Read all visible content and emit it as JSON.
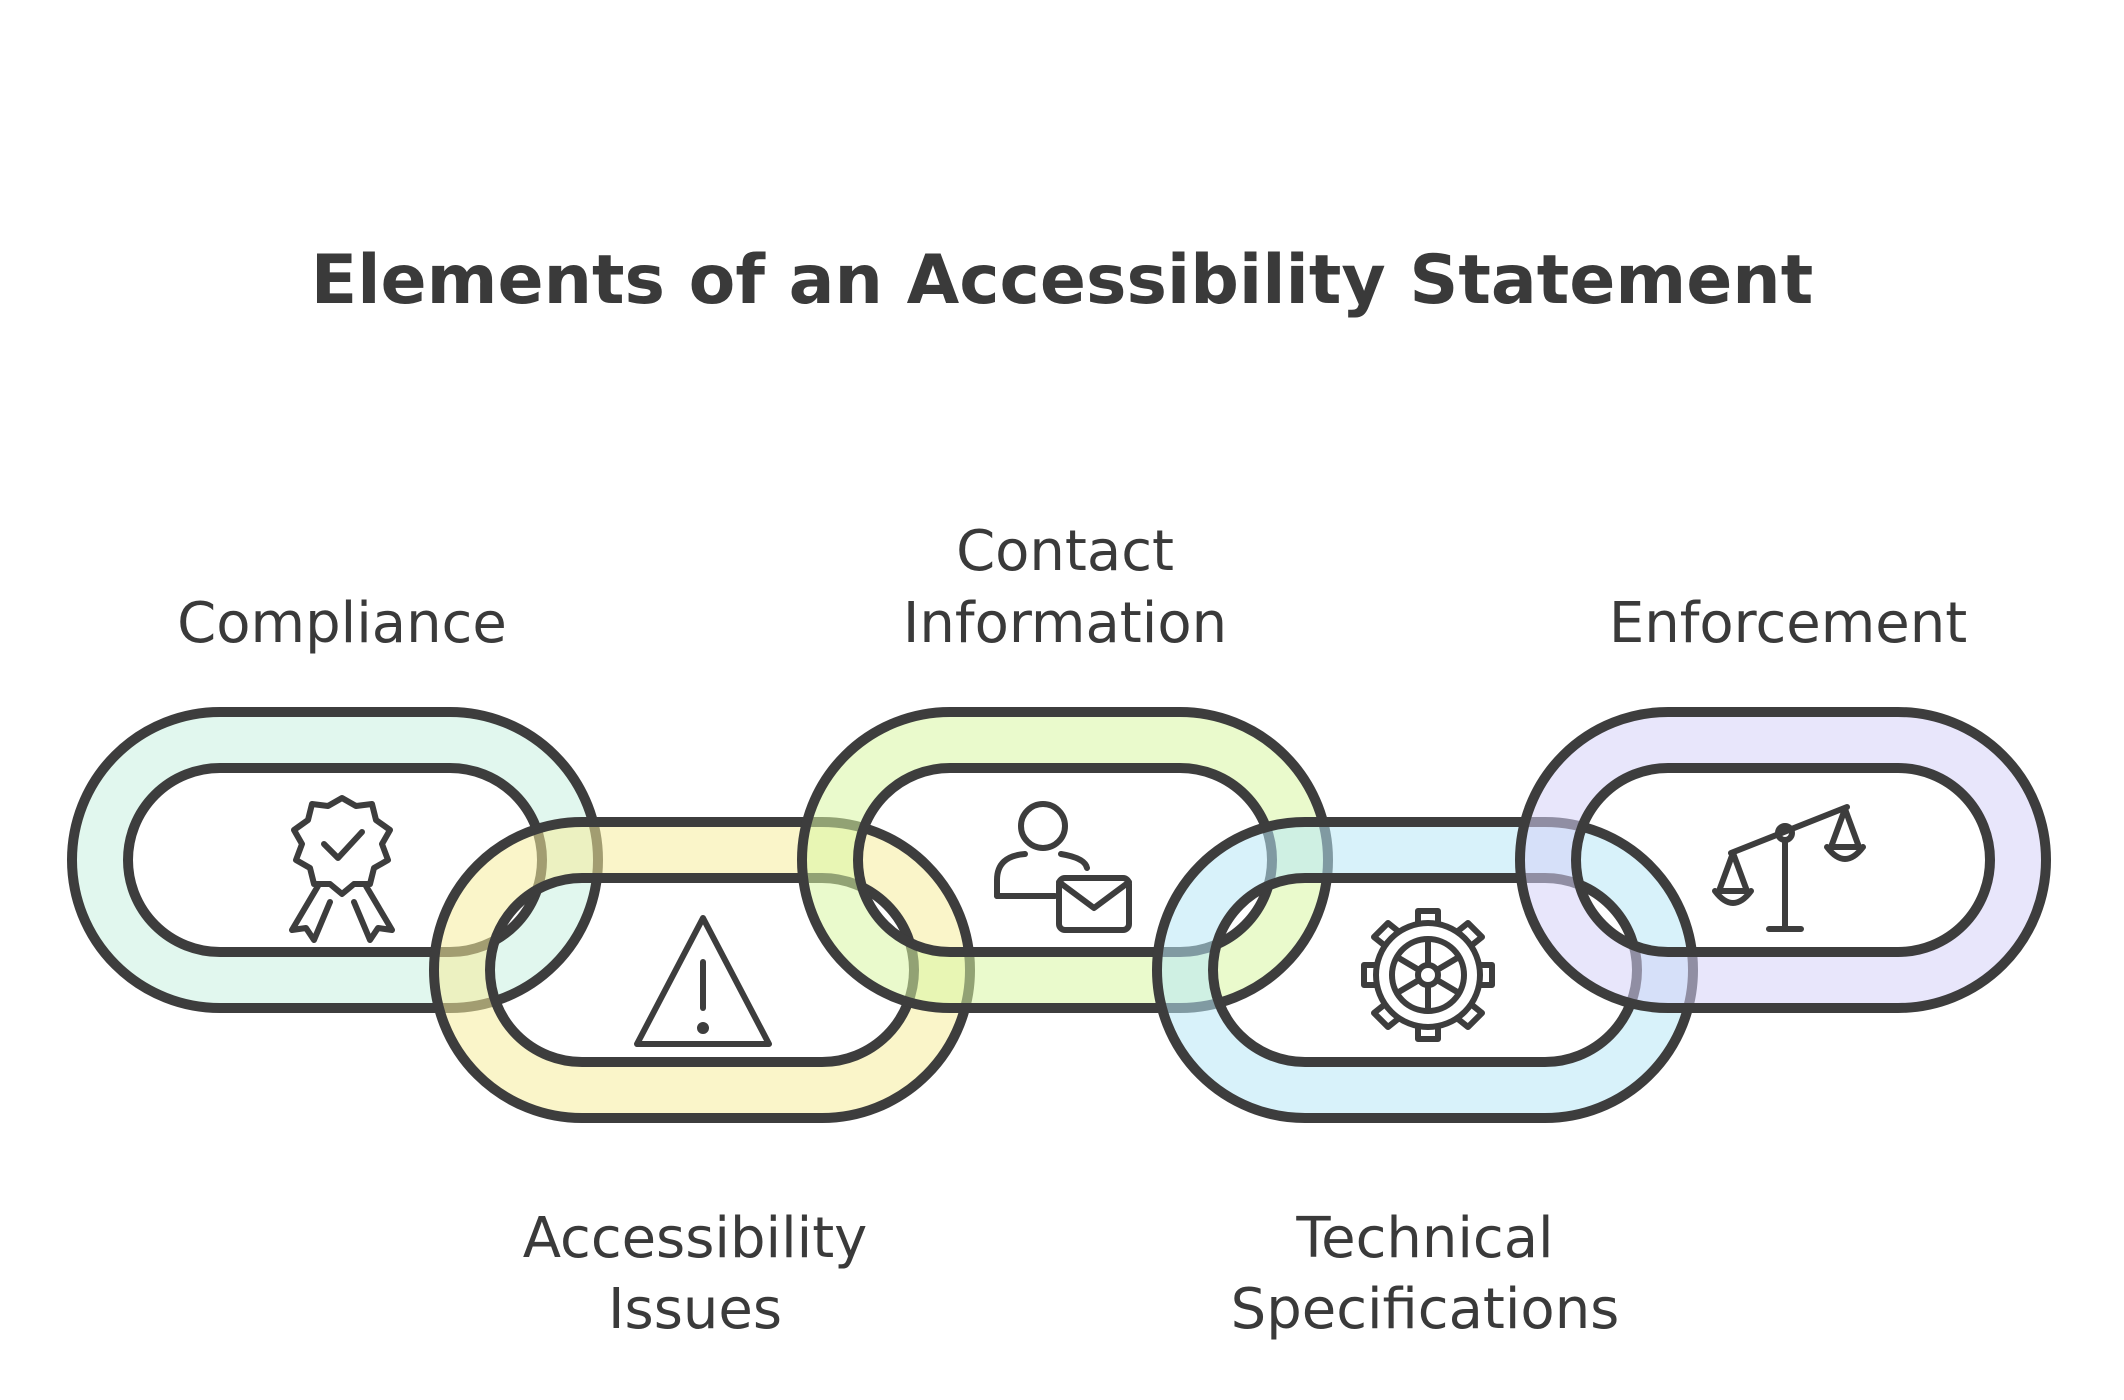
{
  "title": "Elements of an Accessibility Statement",
  "elements": [
    {
      "label_lines": [
        "Compliance"
      ],
      "icon": "award-badge-icon",
      "color": "#c9f1e0",
      "label_position": "top"
    },
    {
      "label_lines": [
        "Accessibility",
        "Issues"
      ],
      "icon": "warning-triangle-icon",
      "color": "#f6ec9c",
      "label_position": "bottom"
    },
    {
      "label_lines": [
        "Contact",
        "Information"
      ],
      "icon": "person-mail-icon",
      "color": "#d9f5a3",
      "label_position": "top"
    },
    {
      "label_lines": [
        "Technical",
        "Specifications"
      ],
      "icon": "gear-icon",
      "color": "#b8e8f6",
      "label_position": "bottom"
    },
    {
      "label_lines": [
        "Enforcement"
      ],
      "icon": "balance-scale-icon",
      "color": "#d6d2f7",
      "label_position": "top"
    }
  ]
}
